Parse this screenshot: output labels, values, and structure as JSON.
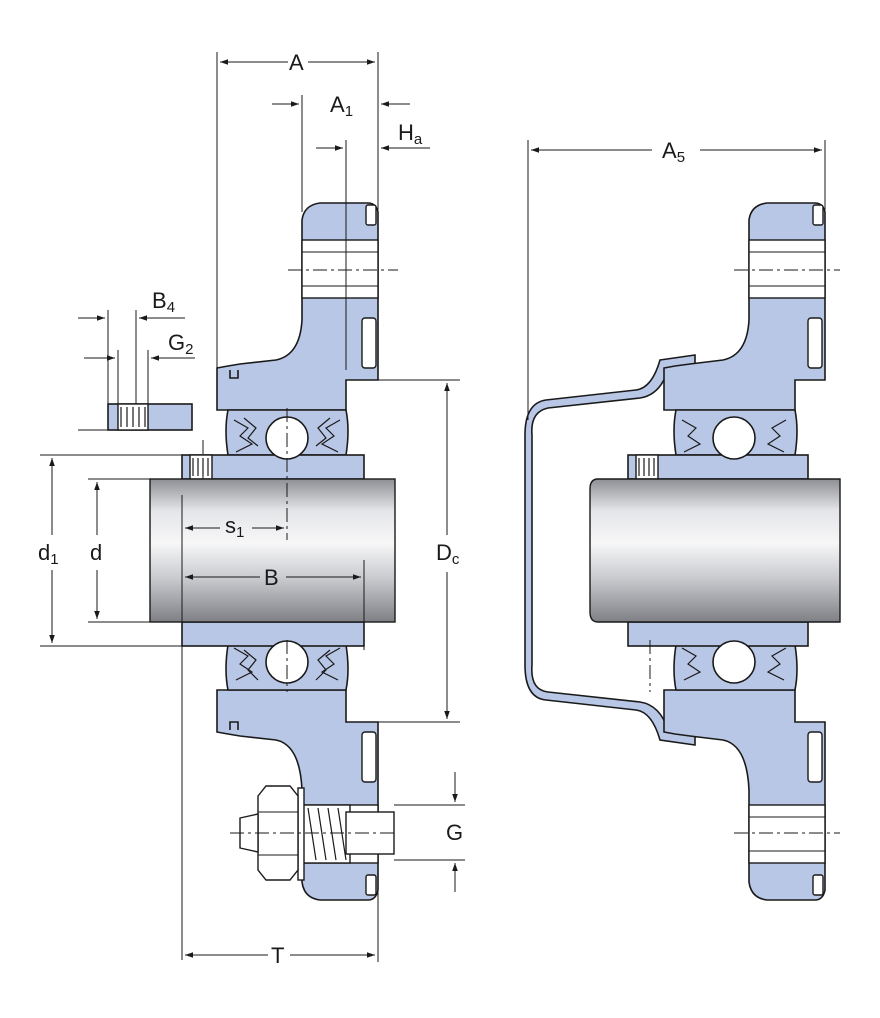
{
  "dimensions": {
    "A": {
      "main": "A",
      "sub": ""
    },
    "A1": {
      "main": "A",
      "sub": "1"
    },
    "Ha": {
      "main": "H",
      "sub": "a"
    },
    "A5": {
      "main": "A",
      "sub": "5"
    },
    "B4": {
      "main": "B",
      "sub": "4"
    },
    "G2": {
      "main": "G",
      "sub": "2"
    },
    "d1": {
      "main": "d",
      "sub": "1"
    },
    "d": {
      "main": "d",
      "sub": ""
    },
    "s1": {
      "main": "s",
      "sub": "1"
    },
    "B": {
      "main": "B",
      "sub": ""
    },
    "Dc": {
      "main": "D",
      "sub": "c"
    },
    "G": {
      "main": "G",
      "sub": ""
    },
    "T": {
      "main": "T",
      "sub": ""
    }
  },
  "colors": {
    "housing": "#b9c7e6",
    "outline": "#1a1a1a",
    "background": "#ffffff"
  }
}
